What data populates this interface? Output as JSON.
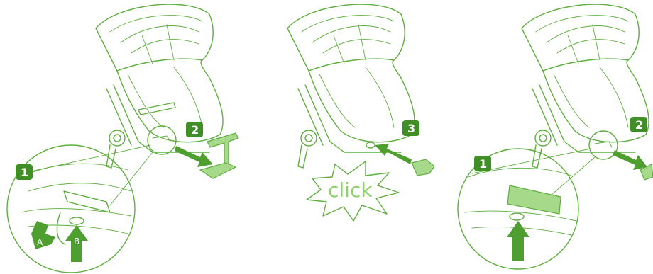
{
  "colors": {
    "outline": "#5fae3f",
    "accent": "#4f9e30",
    "light": "#a7d98a",
    "badge": "#3f8f26",
    "click_text": "#8fd16b"
  },
  "panels": [
    {
      "badges": [
        "1",
        "2"
      ],
      "arrows": [
        "A",
        "B"
      ]
    },
    {
      "badges": [
        "3"
      ],
      "burst_label": "click"
    },
    {
      "badges": [
        "1",
        "2"
      ]
    }
  ]
}
